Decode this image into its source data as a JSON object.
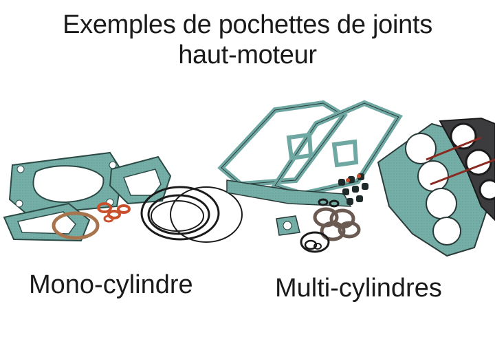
{
  "title": {
    "line1": "Exemples de pochettes de joints",
    "line2": "haut-moteur"
  },
  "captions": {
    "mono": "Mono-cylindre",
    "multi": "Multi-cylindres"
  },
  "colors": {
    "gasket_teal": "#6fa8a2",
    "gasket_dark": "#2a3a38",
    "orange_ring": "#c8502c",
    "black_ring": "#1a1a1a",
    "copper_ring": "#b07850"
  }
}
